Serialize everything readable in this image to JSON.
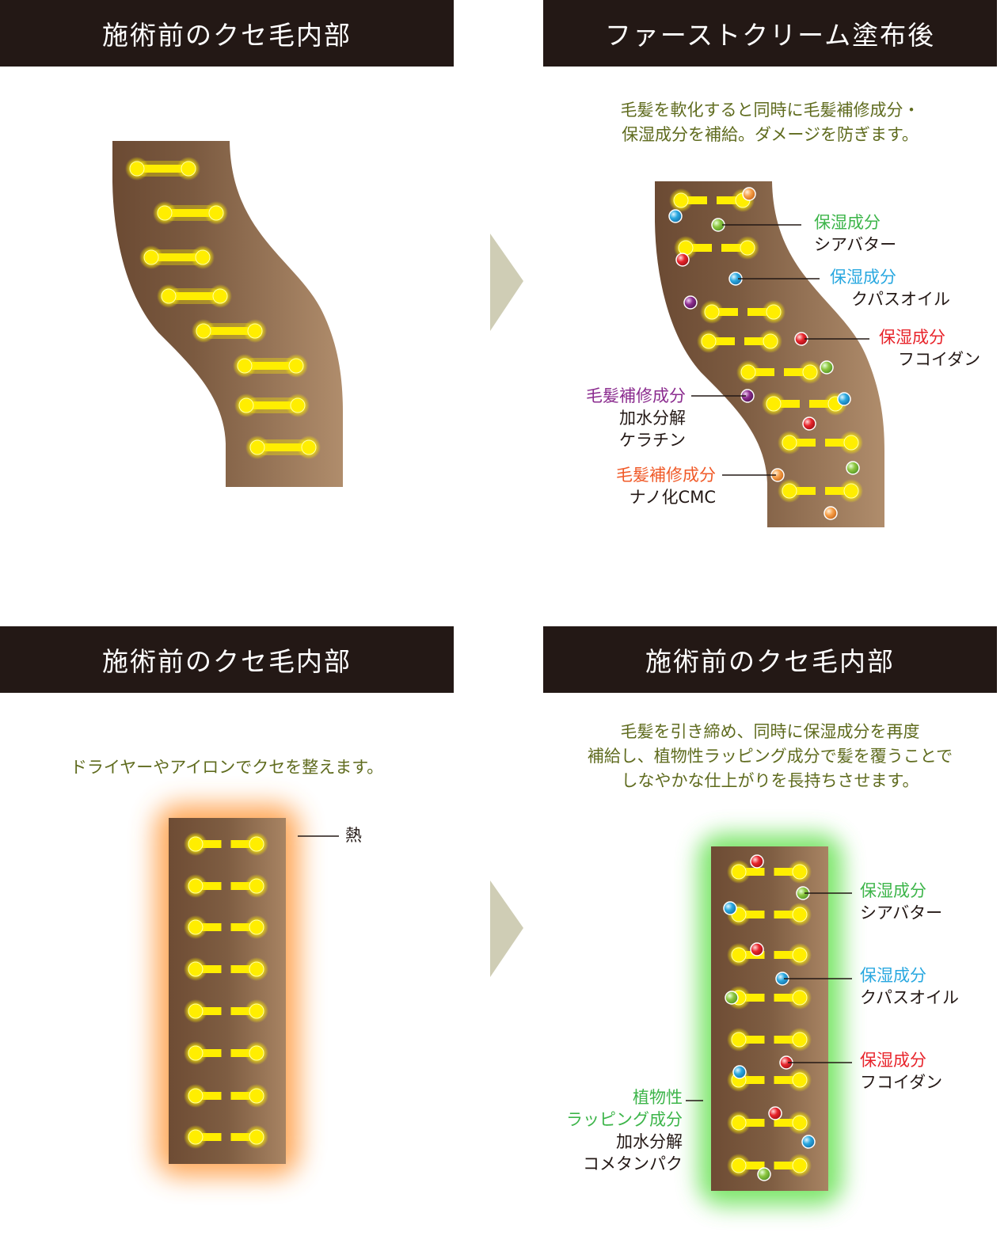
{
  "panels": {
    "top_left": {
      "title": "施術前のクセ毛内部"
    },
    "top_right": {
      "title": "ファーストクリーム塗布後",
      "desc": [
        "毛髪を軟化すると同時に毛髪補修成分・",
        "保湿成分を補給。ダメージを防ぎます。"
      ]
    },
    "bottom_left": {
      "title": "施術前のクセ毛内部",
      "desc": [
        "ドライヤーやアイロンでクセを整えます。"
      ],
      "heat_label": "熱"
    },
    "bottom_right": {
      "title": "施術前のクセ毛内部",
      "desc": [
        "毛髪を引き締め、同時に保湿成分を再度",
        "補給し、植物性ラッピング成分で髪を覆うことで",
        "しなやかな仕上がりを長持ちさせます。"
      ]
    }
  },
  "labels_top_right": [
    {
      "name": "保湿成分",
      "sub": [
        "シアバター"
      ],
      "color": "#3db54a"
    },
    {
      "name": "保湿成分",
      "sub": [
        "クパスオイル"
      ],
      "color": "#29a8e0"
    },
    {
      "name": "保湿成分",
      "sub": [
        "フコイダン"
      ],
      "color": "#e8242b"
    },
    {
      "name": "毛髪補修成分",
      "sub": [
        "加水分解",
        "ケラチン"
      ],
      "color": "#8b2c8f"
    },
    {
      "name": "毛髪補修成分",
      "sub": [
        "ナノ化CMC"
      ],
      "color": "#f05a28"
    }
  ],
  "labels_bottom_right": [
    {
      "name": "保湿成分",
      "sub": [
        "シアバター"
      ],
      "color": "#3db54a"
    },
    {
      "name": "保湿成分",
      "sub": [
        "クパスオイル"
      ],
      "color": "#29a8e0"
    },
    {
      "name": "保湿成分",
      "sub": [
        "フコイダン"
      ],
      "color": "#e8242b"
    },
    {
      "name": [
        "植物性",
        "ラッピング成分"
      ],
      "sub": [
        "加水分解",
        "コメタンパク"
      ],
      "color": "#3db54a"
    }
  ],
  "colors": {
    "header": "#231815",
    "hair_dark": "#6b4a33",
    "hair_light": "#b08d6c",
    "bond": "#ffee00",
    "arrow": "#cfcdb5",
    "desc_text": "#5f6b1e",
    "heat_glow": "#ff9a3c",
    "wrap_glow": "#5ee04a"
  }
}
